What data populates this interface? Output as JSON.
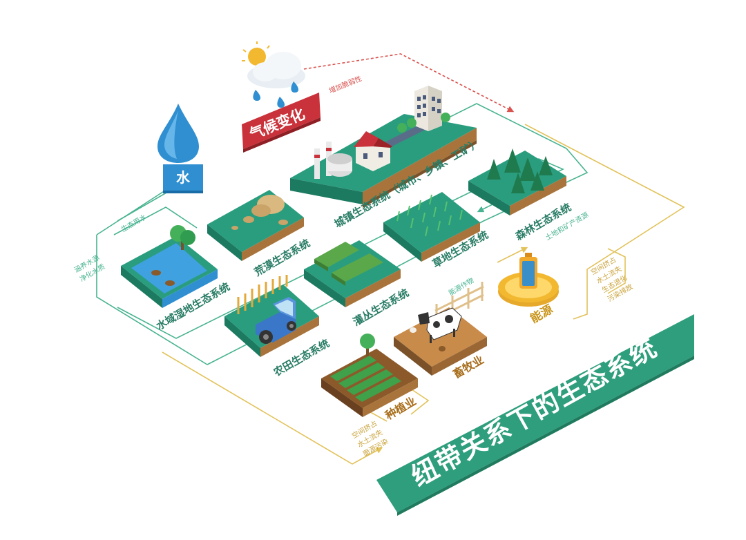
{
  "title": "纽带关系下的生态系统",
  "labels": {
    "water": "水",
    "climate": "气候变化",
    "energy": "能源",
    "urban": "城镇生态系统（城市、乡镇、工矿）",
    "desert": "荒漠生态系统",
    "wetland": "水域湿地生态系统",
    "farmland": "农田生态系统",
    "shrub": "灌丛生态系统",
    "grassland": "草地生态系统",
    "forest": "森林生态系统",
    "planting": "种植业",
    "livestock": "畜牧业"
  },
  "flows": {
    "increase_vulnerability": "增加脆弱性",
    "eco_water": "生态用水",
    "regulate_water_1": "涵养水源",
    "regulate_water_2": "净化水质",
    "land_minerals": "土地和矿产资源",
    "energy_crops": "能源作物",
    "energy_side_1": "空间挤占",
    "energy_side_2": "水土流失",
    "energy_side_3": "生态退化",
    "energy_side_4": "污染排放",
    "agri_side_1": "空间挤占",
    "agri_side_2": "水土流失",
    "agri_side_3": "面源污染"
  },
  "colors": {
    "teal": "#2a9d7f",
    "title_band": "#2e9e7c",
    "red": "#c9323a",
    "blue": "#2f8fd1",
    "gold": "#f2b830",
    "soil": "#a8743c",
    "flow_green": "#48b391",
    "flow_gold": "#e2c25a",
    "flow_red": "#d9534f"
  },
  "icons": [
    "water-drop-icon",
    "cloud-sun-rain-icon",
    "battery-icon",
    "tractor-icon",
    "cow-icon",
    "tree-icon",
    "building-icon",
    "chimney-icon"
  ]
}
